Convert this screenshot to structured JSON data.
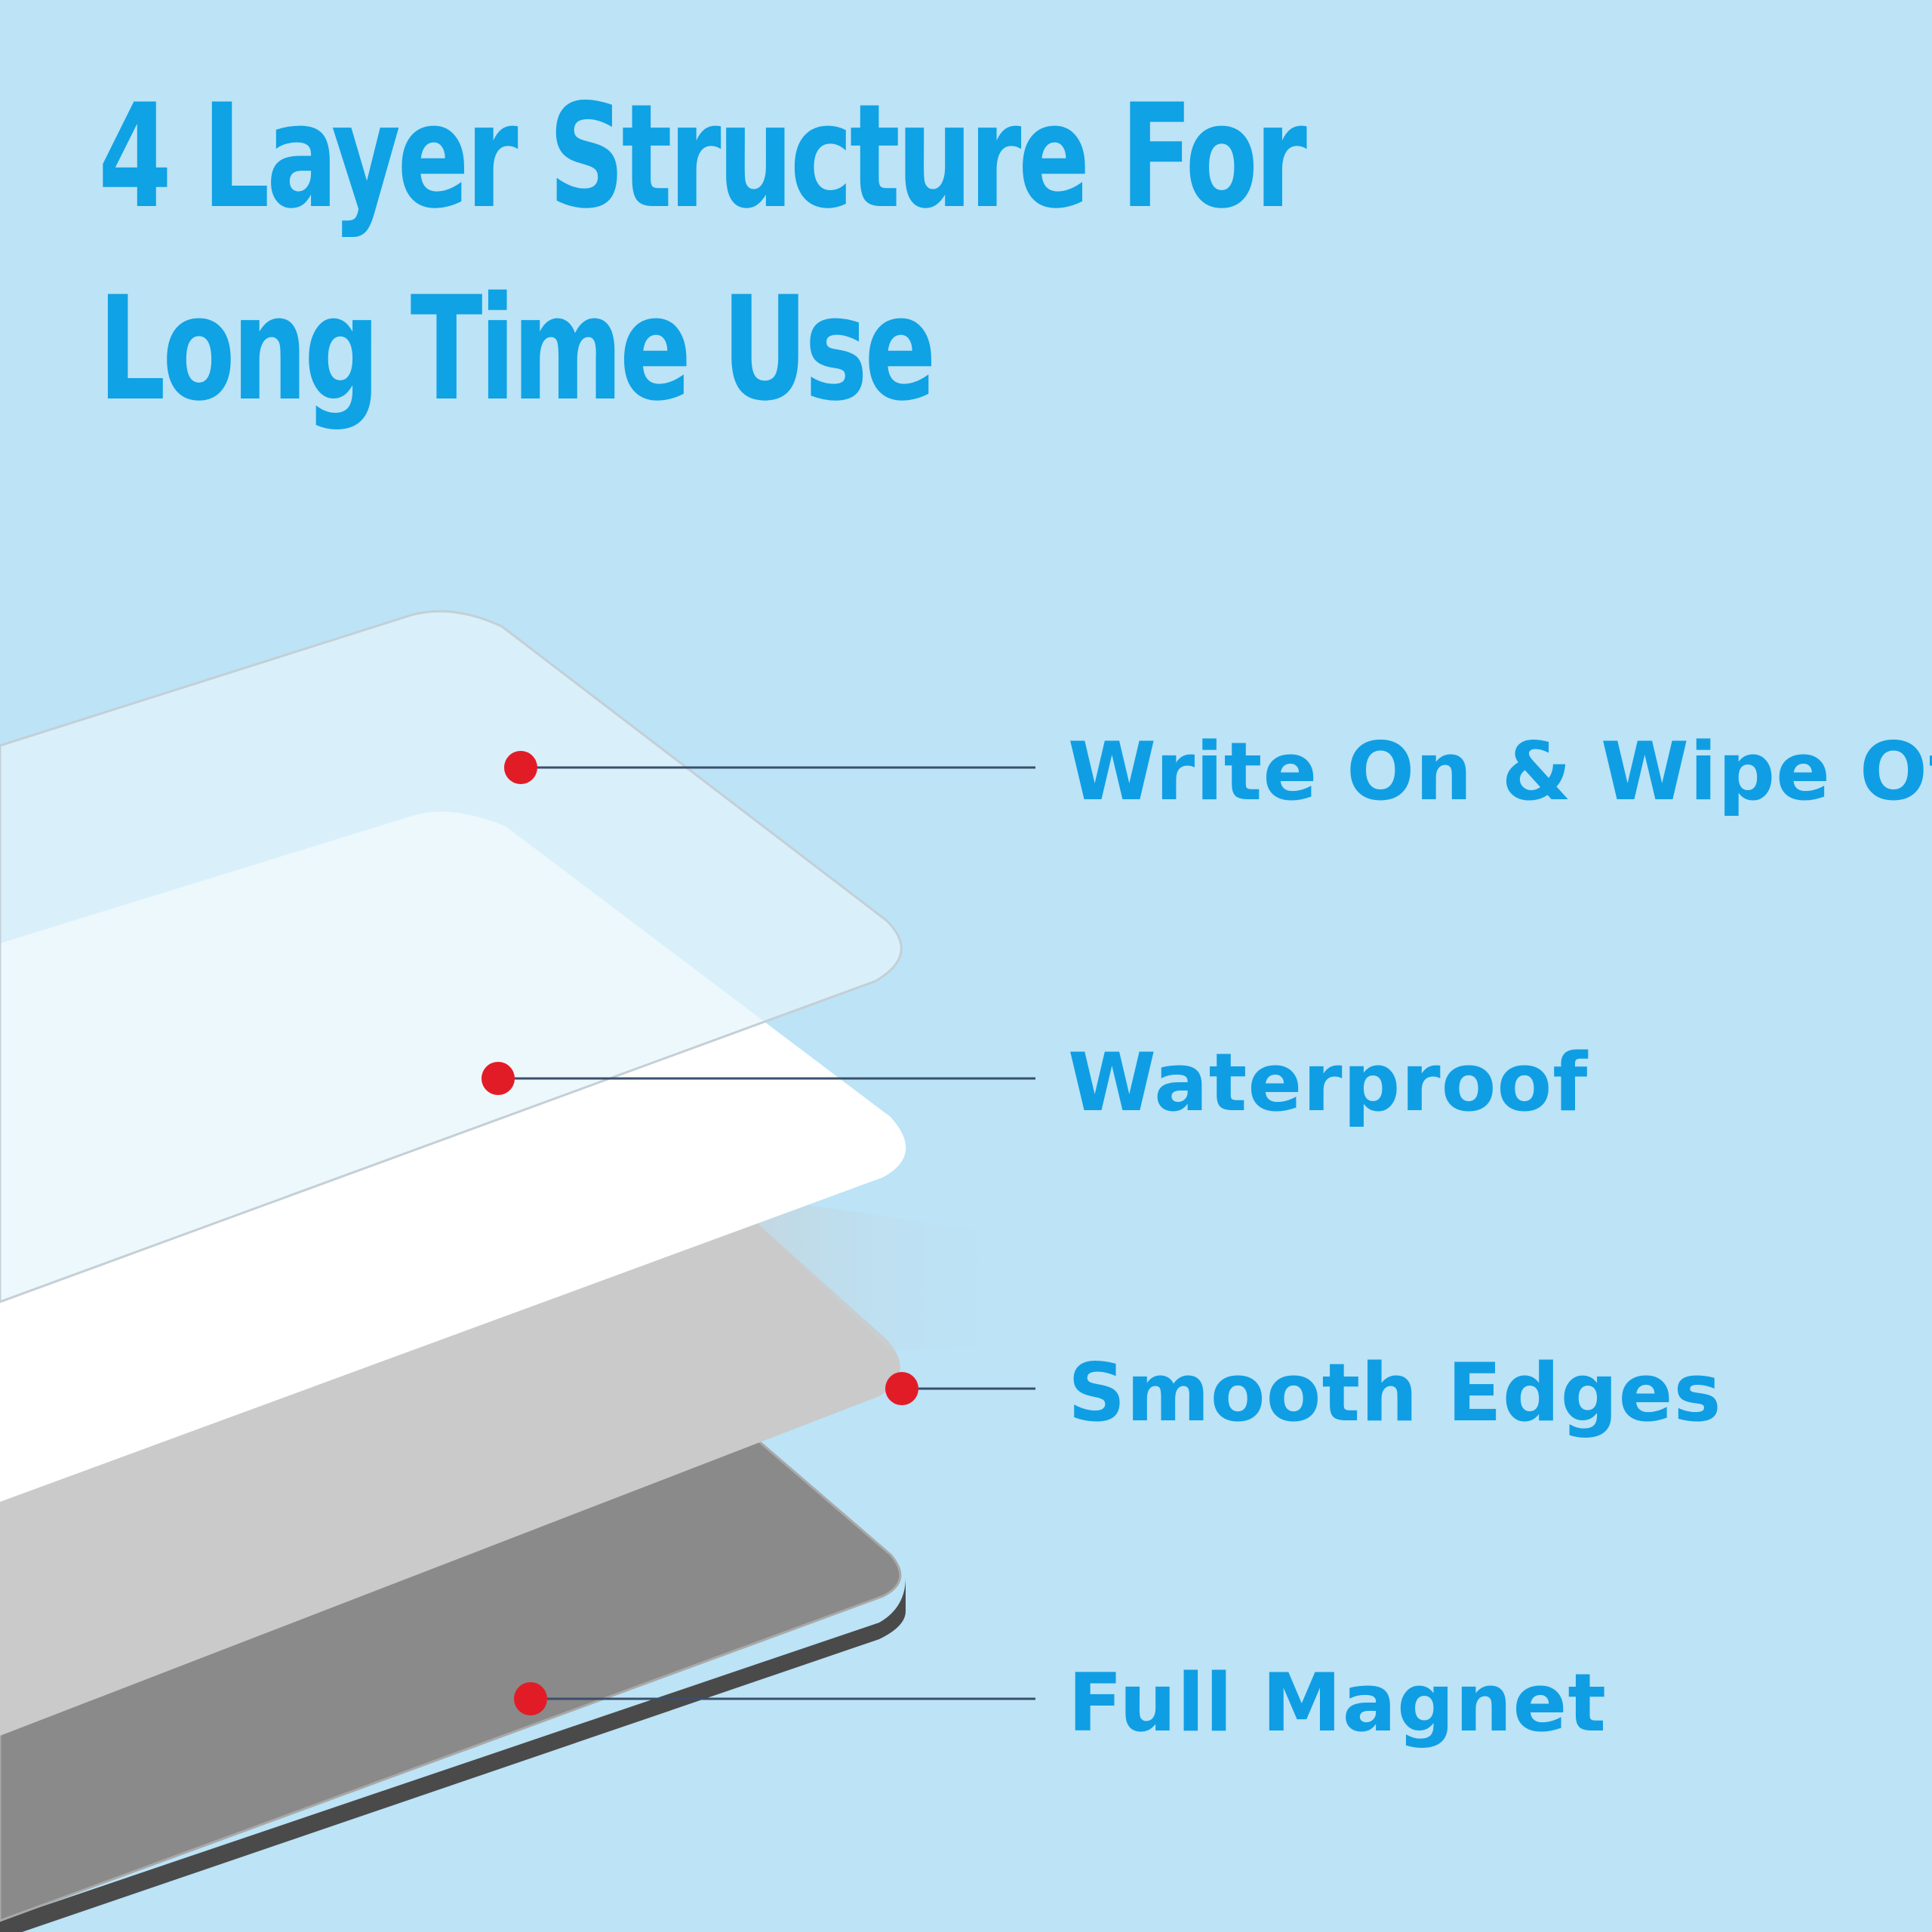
{
  "title": {
    "line1": "4 Layer Structure For",
    "line2": "Long Time Use"
  },
  "layers": [
    {
      "label": "Write On & Wipe Off",
      "color": "#e2f3fb"
    },
    {
      "label": "Waterproof",
      "color": "#ffffff"
    },
    {
      "label": "Smooth Edges",
      "color": "#cacaca"
    },
    {
      "label": "Full Magnet",
      "color": "#8a8a8a"
    }
  ],
  "colors": {
    "background": "#bce3f6",
    "title": "#0fa2e5",
    "label": "#0f9ee4",
    "marker": "#e21c26",
    "leader_line": "#3b4f6b"
  }
}
